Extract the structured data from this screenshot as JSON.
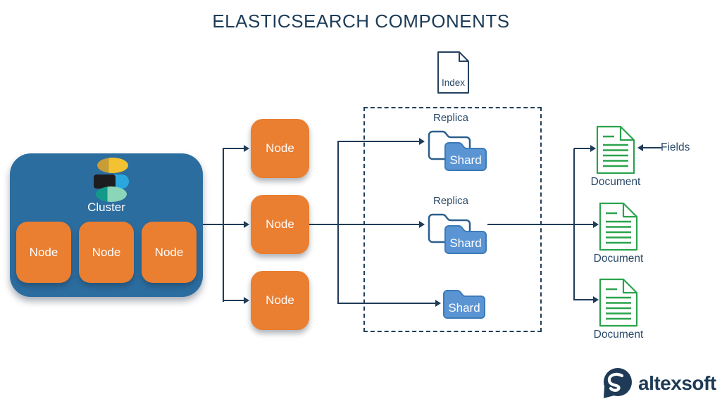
{
  "title": "ELASTICSEARCH COMPONENTS",
  "cluster": {
    "label": "Cluster",
    "logo": "elasticsearch-logo",
    "nodes": [
      {
        "label": "Node"
      },
      {
        "label": "Node"
      },
      {
        "label": "Node"
      }
    ]
  },
  "nodes": [
    {
      "label": "Node"
    },
    {
      "label": "Node"
    },
    {
      "label": "Node"
    }
  ],
  "index": {
    "label": "Index"
  },
  "shard_groups": [
    {
      "replica_label": "Replica",
      "shard_label": "Shard"
    },
    {
      "replica_label": "Replica",
      "shard_label": "Shard"
    },
    {
      "shard_label": "Shard"
    }
  ],
  "documents": [
    {
      "label": "Document"
    },
    {
      "label": "Document"
    },
    {
      "label": "Document"
    }
  ],
  "fields": {
    "label": "Fields"
  },
  "brand": {
    "name": "altexsoft"
  },
  "colors": {
    "navy": "#1f3b57",
    "cluster_blue": "#2c6da0",
    "node_orange": "#ea7e31",
    "shard_blue": "#5b94d3",
    "shard_border": "#3c7ab8",
    "document_green": "#2aa34c",
    "background": "#ffffff"
  }
}
